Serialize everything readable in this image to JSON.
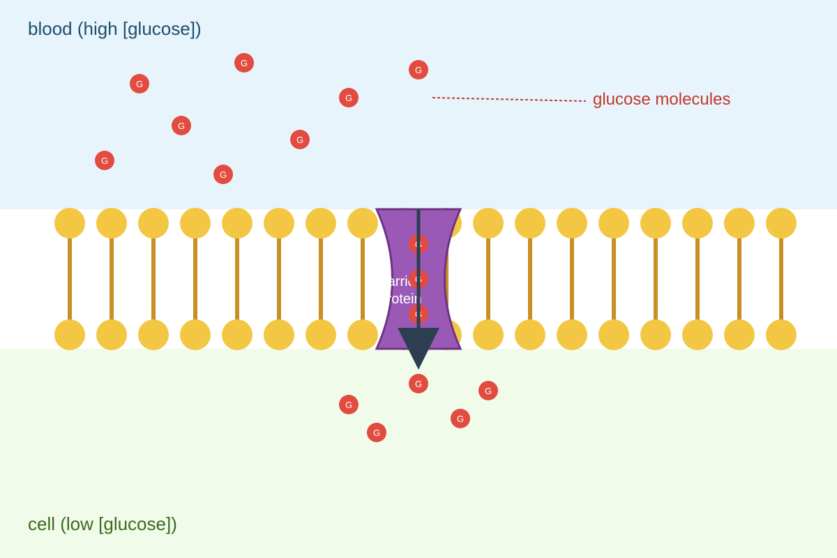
{
  "regions": {
    "blood_label": "blood (high [glucose])",
    "cell_label": "cell (low [glucose])"
  },
  "callout": {
    "label": "glucose molecules"
  },
  "glucose": {
    "letter": "G"
  },
  "protein": {
    "label_line1": "carrier",
    "label_line2": "protein"
  },
  "colors": {
    "blood_bg": "#e8f4fb",
    "cell_bg": "#f1fbe9",
    "blood_text": "#1d4e6e",
    "cell_text": "#3b6a1e",
    "glucose": "#e24b3f",
    "lipid_head": "#f3c744",
    "lipid_tail": "#c98f25",
    "protein_fill": "#9b59b6",
    "protein_stroke": "#6c3483",
    "arrow": "#2c3e50",
    "callout": "#c0392b"
  }
}
